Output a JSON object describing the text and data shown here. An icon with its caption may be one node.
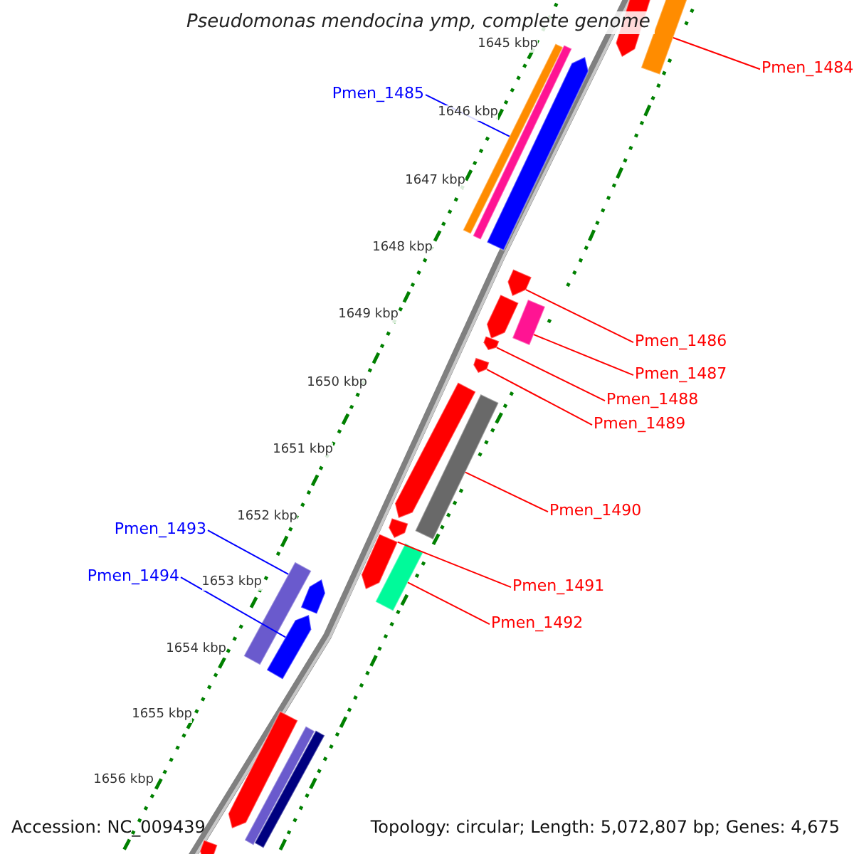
{
  "diagram": {
    "title": "Pseudomonas mendocina ymp, complete genome",
    "nodes": [
      {
        "text": [
          "Pmen_1484"
        ]
      },
      {
        "text": [],
        "shape": "bar"
      },
      {
        "text": [
          "Pmen_1485"
        ]
      },
      {
        "text": [],
        "shape": "bar"
      },
      {
        "text": [
          "Pmen_1486"
        ]
      },
      {
        "text": [],
        "shape": "bar"
      },
      {
        "text": [
          "Pmen_1487"
        ]
      },
      {
        "text": [],
        "shape": "bar"
      },
      {
        "text": [
          "Pmen_1488"
        ]
      },
      {
        "text": [],
        "shape": "bar"
      },
      {
        "text": [
          "Pmen_1489"
        ]
      },
      {
        "text": [],
        "shape": "bar"
      },
      {
        "text": [
          "Pmen_1490"
        ]
      },
      {
        "text": [],
        "shape": "bar"
      },
      {
        "text": [
          "Pmen_1491"
        ]
      },
      {
        "text": [],
        "shape": "bar"
      },
      {
        "text": [
          "Pmen_1492"
        ]
      },
      {
        "text": [],
        "shape": "bar"
      },
      {
        "text": [
          "Pmen_1493"
        ]
      },
      {
        "text": [],
        "shape": "bar"
      },
      {
        "text": [
          "Pmen_1494"
        ]
      },
      {
        "text": [],
        "shape": "bar"
      },
      {
        "text": [],
        "shape": "bar"
      },
      {
        "text": [],
        "shape": "bar"
      },
      {
        "text": [],
        "shape": "bar"
      },
      {
        "text": [],
        "shape": "bar"
      },
      {
        "text": [],
        "shape": "bar"
      },
      {
        "text": [],
        "shape": "bar"
      },
      {
        "text": [],
        "shape": "bar"
      },
      {
        "text": [],
        "shape": "bar"
      },
      {
        "text": [],
        "shape": "bar"
      },
      {
        "text": [],
        "shape": "bar"
      },
      {
        "text": [],
        "shape": "bar"
      }
    ],
    "edges": [
      {
        "from": 0,
        "to": 1,
        "arrow": "none"
      },
      {
        "from": 2,
        "to": 3,
        "arrow": "none",
        "color": "#0000ff"
      },
      {
        "from": 4,
        "to": 5,
        "arrow": "none"
      },
      {
        "from": 6,
        "to": 7,
        "arrow": "none"
      },
      {
        "from": 8,
        "to": 9,
        "arrow": "none"
      },
      {
        "from": 10,
        "to": 11,
        "arrow": "none"
      },
      {
        "from": 12,
        "to": 13,
        "arrow": "none"
      },
      {
        "from": 14,
        "to": 15,
        "arrow": "none"
      },
      {
        "from": 16,
        "to": 17,
        "arrow": "none"
      },
      {
        "from": 18,
        "to": 19,
        "arrow": "none",
        "color": "#0000ff"
      },
      {
        "from": 20,
        "to": 21,
        "arrow": "none",
        "color": "#0000ff"
      }
    ],
    "labels": [
      "1645 kbp",
      "1646 kbp",
      "1647 kbp",
      "1648 kbp",
      "1649 kbp",
      "1650 kbp",
      "1651 kbp",
      "1652 kbp",
      "1653 kbp",
      "1654 kbp",
      "1655 kbp",
      "1656 kbp",
      "Accession: NC_009439",
      "Topology: circular; Length: 5,072,807 bp; Genes: 4,675"
    ]
  }
}
